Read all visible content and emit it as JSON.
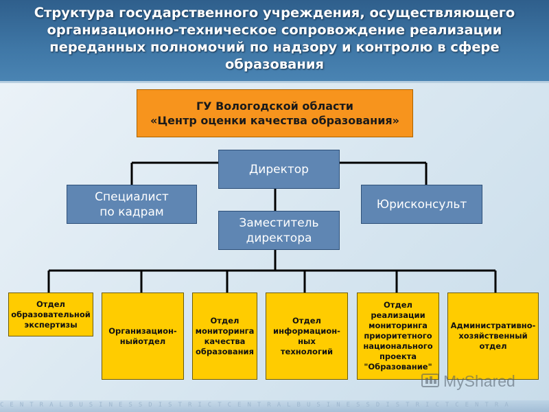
{
  "header": {
    "title": "Структура государственного учреждения, осуществляющего организационно-техническое сопровождение реализации переданных полномочий по надзору и контролю в сфере образования"
  },
  "org": {
    "line1": "ГУ Вологодской области",
    "line2": "«Центр оценки качества образования»"
  },
  "director": "Директор",
  "hr_specialist": "Специалист\nпо кадрам",
  "legal_counsel": "Юрисконсульт",
  "deputy": "Заместитель\nдиректора",
  "departments": [
    "Отдел\nобразовательной\nэкспертизы",
    "Организацион-\nныйотдел",
    "Отдел\nмониторинга\nкачества\nобразования",
    "Отдел\nинформацион-\nных\nтехнологий",
    "Отдел\nреализации\nмониторинга\nприоритетного\nнационального\nпроекта\n\"Образование\"",
    "Административно-\nхозяйственный\nотдел"
  ],
  "footer_strip": "CENTRALBUSINESSDISTRICTCENTRALBUSINESSDISTRICTCENTRA",
  "watermark": "MyShared",
  "colors": {
    "org_box": "#f7941d",
    "blue_box": "#5f86b3",
    "dept_box": "#ffcc00",
    "header": "#3f77a6"
  }
}
